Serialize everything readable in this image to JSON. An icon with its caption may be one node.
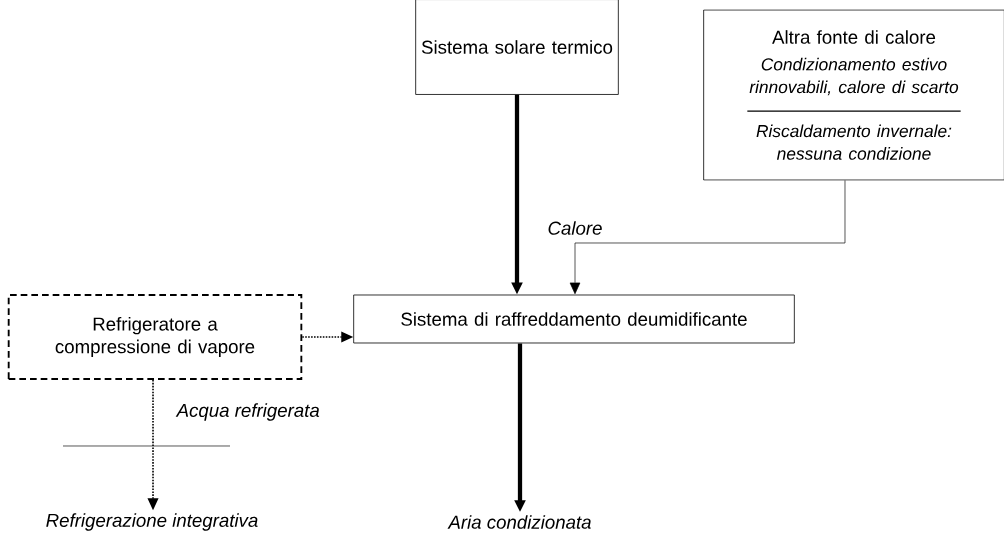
{
  "diagram": {
    "nodes": [
      {
        "text": [
          "Sistema solare termico"
        ]
      },
      {
        "text": [
          "Altra fonte di calore",
          "Condizionamento estivo rinnovabili, calore di scarto",
          "Riscaldamento invernale: nessuna condizione"
        ]
      },
      {
        "text": [
          "Refrigeratore a compressione di vapore"
        ]
      },
      {
        "text": [
          "Sistema di raffreddamento deumidificante"
        ]
      },
      {
        "text": [
          "Aria condizionata"
        ]
      },
      {
        "text": [
          "Refrigerazione integrativa"
        ]
      }
    ],
    "edges": [
      {
        "from": 0,
        "to": 3,
        "arrow": "to",
        "style": "thick"
      },
      {
        "from": 1,
        "to": 3,
        "arrow": "to"
      },
      {
        "from": 2,
        "to": 3,
        "arrow": "to",
        "style": "dashed"
      },
      {
        "from": 3,
        "to": 4,
        "arrow": "to",
        "style": "thick"
      },
      {
        "from": 2,
        "to": 5,
        "arrow": "to",
        "style": "dashed",
        "label": "Acqua refrigerata"
      }
    ],
    "labels": [
      "Calore"
    ]
  }
}
